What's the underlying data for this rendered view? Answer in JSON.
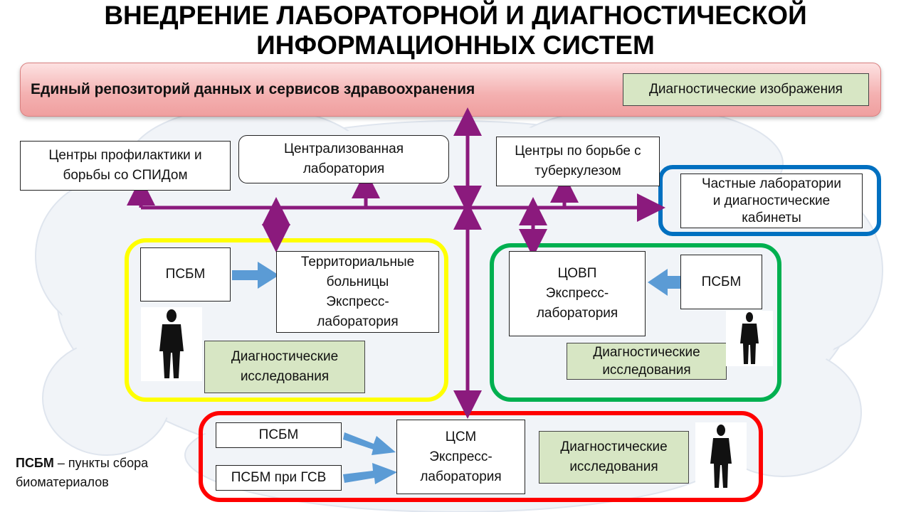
{
  "title_line1": "ВНЕДРЕНИЕ ЛАБОРАТОРНОЙ И ДИАГНОСТИЧЕСКОЙ",
  "title_line2": "ИНФОРМАЦИОННЫХ СИСТЕМ",
  "repository": {
    "label": "Единый репозиторий данных и сервисов здравоохранения",
    "images_box": "Диагностические изображения"
  },
  "top_nodes": {
    "aids_line1": "Центры профилактики и",
    "aids_line2": "борьбы со СПИДом",
    "central_line1": "Централизованная",
    "central_line2": "лаборатория",
    "tb_line1": "Центры по борьбе с",
    "tb_line2": "туберкулезом",
    "private_line1": "Частные лаборатории",
    "private_line2": "и диагностические",
    "private_line3": "кабинеты"
  },
  "yellow_group": {
    "psbm": "ПСБМ",
    "hospital_line1": "Территориальные",
    "hospital_line2": "больницы",
    "hospital_line3": "Экспресс-",
    "hospital_line4": "лаборатория",
    "diag_line1": "Диагностические",
    "diag_line2": "исследования"
  },
  "green_group": {
    "psbm": "ПСБМ",
    "tsovp_line1": "ЦОВП",
    "tsovp_line2": "Экспресс-",
    "tsovp_line3": "лаборатория",
    "diag_line1": "Диагностические",
    "diag_line2": "исследования"
  },
  "red_group": {
    "psbm": "ПСБМ",
    "psbm_gsv": "ПСБМ при ГСВ",
    "tsm_line1": "ЦСМ",
    "tsm_line2": "Экспресс-",
    "tsm_line3": "лаборатория",
    "diag_line1": "Диагностические",
    "diag_line2": "исследования"
  },
  "legend": {
    "term": "ПСБМ",
    "definition": " – пункты сбора",
    "definition_line2": "биоматериалов"
  },
  "colors": {
    "bus": "#8b1a7d",
    "arrow_blue": "#5b9bd5",
    "yellow": "#ffff00",
    "green": "#00b050",
    "red": "#ff0000",
    "blue": "#0070c0",
    "diag_fill": "#d7e6c4"
  }
}
